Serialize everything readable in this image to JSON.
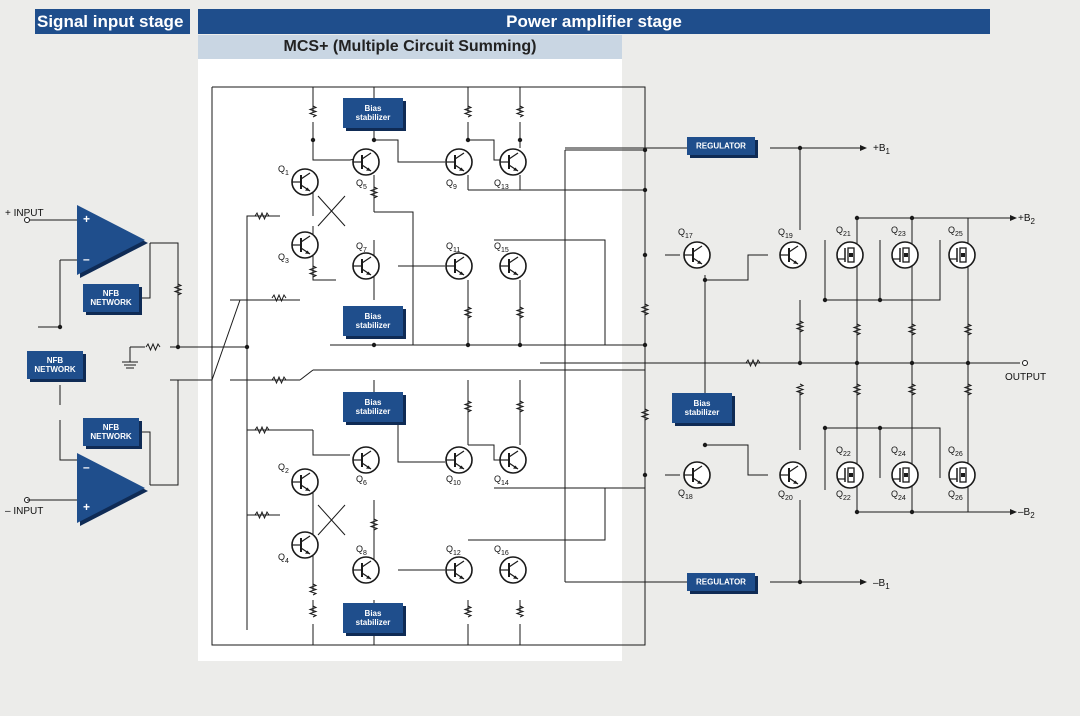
{
  "headers": {
    "signal_input_stage": "Signal input stage",
    "power_amplifier_stage": "Power amplifier stage",
    "mcs": "MCS+ (Multiple Circuit Summing)"
  },
  "labels": {
    "plus_input": "+ INPUT",
    "minus_input": "– INPUT",
    "output": "OUTPUT",
    "nfb_network": [
      "NFB",
      "NETWORK"
    ],
    "bias_stabilizer": [
      "Bias",
      "stabilizer"
    ],
    "regulator": "REGULATOR",
    "plus_b1": "+B",
    "minus_b1": "–B",
    "plus_b2": "+B",
    "minus_b2": "–B",
    "sub_1": "1",
    "sub_2": "2",
    "opamp_plus": "+",
    "opamp_minus": "–"
  },
  "transistors": {
    "Q1": "1",
    "Q2": "2",
    "Q3": "3",
    "Q4": "4",
    "Q5": "5",
    "Q6": "6",
    "Q7": "7",
    "Q8": "8",
    "Q9": "9",
    "Q10": "10",
    "Q11": "11",
    "Q12": "12",
    "Q13": "13",
    "Q14": "14",
    "Q15": "15",
    "Q16": "16",
    "Q17": "17",
    "Q18": "18",
    "Q19": "19",
    "Q20": "20",
    "Q21": "21",
    "Q22": "22",
    "Q23": "23",
    "Q24": "24",
    "Q25": "25",
    "Q26": "26"
  },
  "colors": {
    "header_bg": "#1f4e8c",
    "mcs_bg": "#c9d6e3",
    "block_bg": "#1f4e8c",
    "block_shadow": "#0f2b55",
    "wire": "#1a1a1a"
  }
}
